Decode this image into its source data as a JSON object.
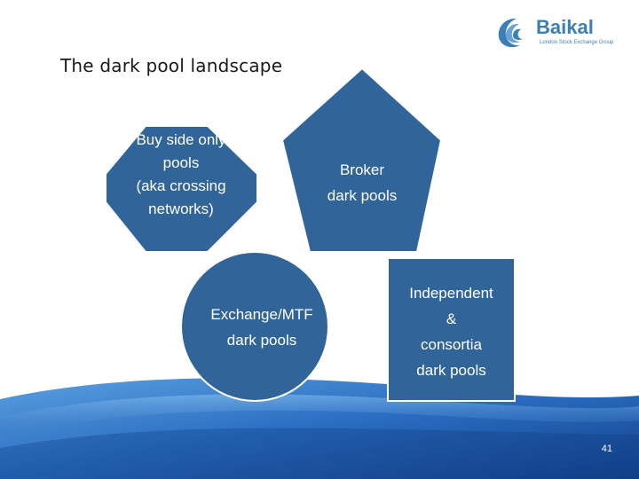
{
  "slide": {
    "title": "The dark pool landscape",
    "page_number": "41"
  },
  "logo": {
    "name": "Baikal",
    "subtitle": "London Stock Exchange Group",
    "color": "#3d7fb5"
  },
  "colors": {
    "shape_fill": "#31659a",
    "shape_outline": "#ffffff",
    "wave_dark": "#1b4f99",
    "wave_light": "#5aa0e0"
  },
  "shapes": {
    "octagon": {
      "lines": [
        "Buy side only",
        "pools",
        "(aka crossing",
        "networks)"
      ]
    },
    "pentagon": {
      "lines": [
        "Broker",
        "dark pools"
      ]
    },
    "circle": {
      "lines": [
        "Exchange/MTF",
        "dark pools"
      ]
    },
    "square": {
      "lines": [
        "Independent",
        "&",
        "consortia",
        "dark pools"
      ]
    }
  }
}
